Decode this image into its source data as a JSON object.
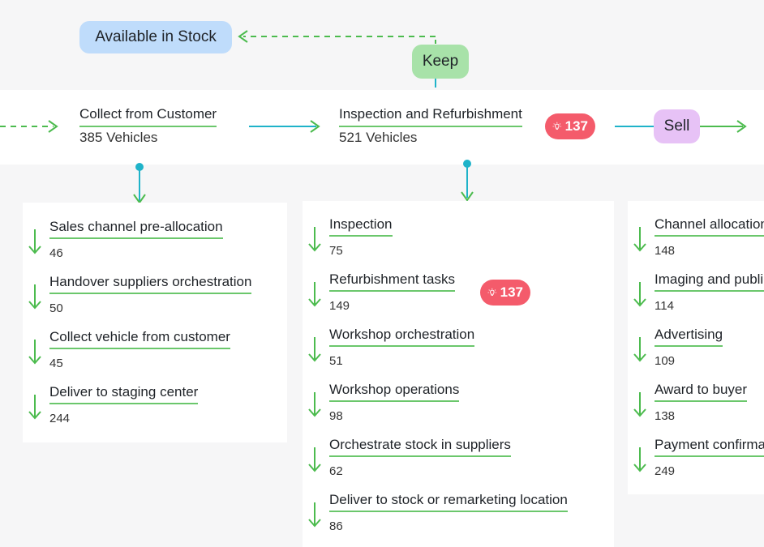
{
  "top": {
    "stock_label": "Available in Stock",
    "keep_label": "Keep",
    "sell_label": "Sell"
  },
  "stages": [
    {
      "title": "Collect from Customer",
      "count": "385 Vehicles"
    },
    {
      "title": "Inspection and Refurbishment",
      "count": "521 Vehicles",
      "badge": "137"
    }
  ],
  "columns": [
    {
      "tasks": [
        {
          "name": "Sales channel pre-allocation",
          "count": "46"
        },
        {
          "name": "Handover suppliers orchestration",
          "count": "50"
        },
        {
          "name": "Collect vehicle from customer",
          "count": "45"
        },
        {
          "name": "Deliver to staging center",
          "count": "244"
        }
      ]
    },
    {
      "tasks": [
        {
          "name": "Inspection",
          "count": "75"
        },
        {
          "name": "Refurbishment tasks",
          "count": "149",
          "badge": "137"
        },
        {
          "name": "Workshop orchestration",
          "count": "51"
        },
        {
          "name": "Workshop operations",
          "count": "98"
        },
        {
          "name": "Orchestrate stock in suppliers",
          "count": "62"
        },
        {
          "name": "Deliver to stock or remarketing location",
          "count": "86"
        }
      ]
    },
    {
      "tasks": [
        {
          "name": "Channel allocation",
          "count": "148"
        },
        {
          "name": "Imaging and publication",
          "count": "114"
        },
        {
          "name": "Advertising",
          "count": "109"
        },
        {
          "name": "Award to buyer",
          "count": "138"
        },
        {
          "name": "Payment confirmation",
          "count": "249"
        }
      ]
    }
  ],
  "colors": {
    "green": "#4cbb4e",
    "teal": "#1fb3c9",
    "badge": "#f45b6b",
    "stock": "#bfdcfb",
    "keep": "#a8e2a9",
    "sell": "#e7c2f6"
  },
  "icons": [
    "lightbulb-icon",
    "arrow-down-icon",
    "arrow-right-icon",
    "arrow-left-icon"
  ]
}
